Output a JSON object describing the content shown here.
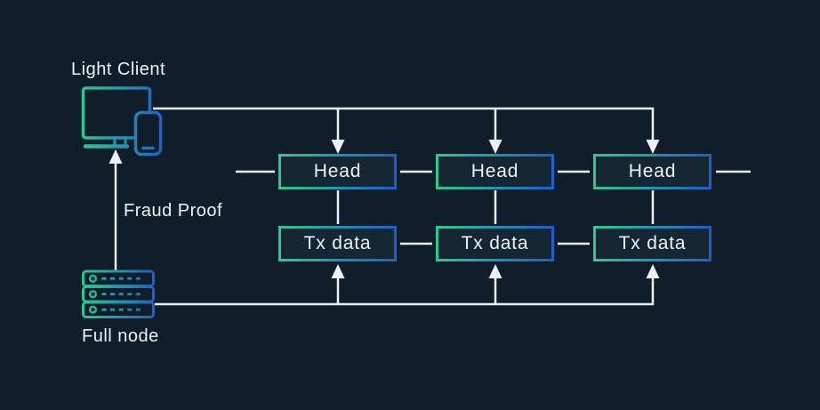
{
  "colors": {
    "bg": "#0f1e2a",
    "boxfill": "#152634",
    "line": "#eef1f3",
    "text": "#eef2f4",
    "green": "#2fc98e",
    "blue": "#1c5fc9"
  },
  "labels": {
    "light_client": "Light Client",
    "fraud_proof": "Fraud Proof",
    "full_node": "Full node"
  },
  "blocks": [
    {
      "head": "Head",
      "tx": "Tx data"
    },
    {
      "head": "Head",
      "tx": "Tx data"
    },
    {
      "head": "Head",
      "tx": "Tx data"
    }
  ],
  "icons": {
    "light_client": "monitor-and-phone-icon",
    "full_node": "server-stack-icon"
  }
}
